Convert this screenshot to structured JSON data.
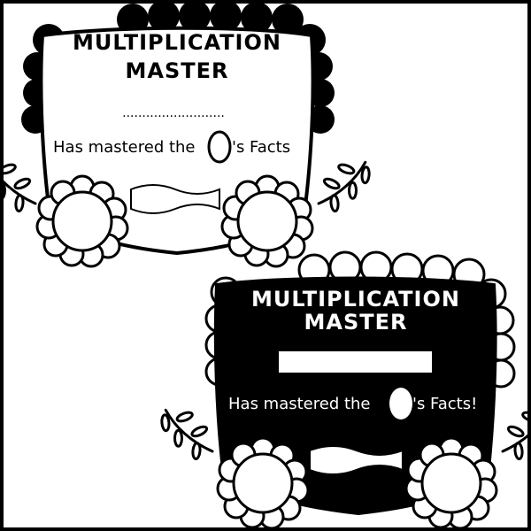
{
  "badges": [
    {
      "title_line1": "MULTIPLICATION",
      "title_line2": "MASTER",
      "name_line": "..........................",
      "text_before": "Has mastered the",
      "text_after": "'s Facts",
      "theme": "light"
    },
    {
      "title_line1": "MULTIPLICATION",
      "title_line2": "MASTER",
      "name_line": "..........................",
      "text_before": "Has mastered the",
      "text_after": "'s Facts!",
      "theme": "dark"
    }
  ],
  "colors": {
    "ink": "#000000",
    "paper": "#ffffff"
  }
}
